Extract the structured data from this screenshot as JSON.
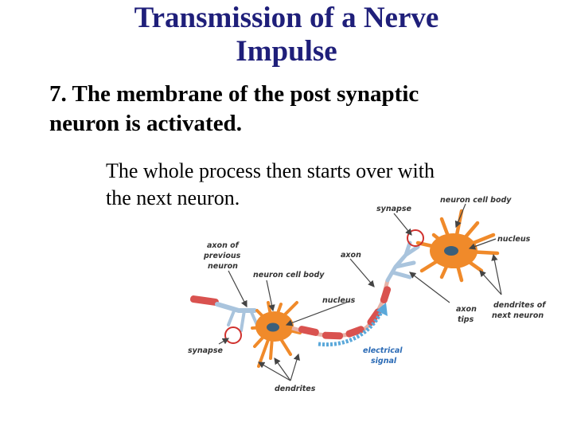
{
  "slide": {
    "title_line1": "Transmission of a Nerve",
    "title_line2": "Impulse",
    "point_line1": "7. The membrane of the post synaptic",
    "point_line2": "neuron is activated.",
    "sub_line1": "The whole process then starts over with",
    "sub_line2": "the next neuron."
  },
  "diagram": {
    "labels": {
      "synapse_top": "synapse",
      "neuron_cell_body_top": "neuron cell body",
      "nucleus_right": "nucleus",
      "axon_of_previous_1": "axon of",
      "axon_of_previous_2": "previous",
      "axon_of_previous_3": "neuron",
      "axon": "axon",
      "neuron_cell_body_mid": "neuron cell body",
      "nucleus_mid": "nucleus",
      "axon_tips_1": "axon",
      "axon_tips_2": "tips",
      "dendrites_next_1": "dendrites of",
      "dendrites_next_2": "next neuron",
      "synapse_left": "synapse",
      "electrical_signal_1": "electrical",
      "electrical_signal_2": "signal",
      "dendrites": "dendrites"
    },
    "colors": {
      "title": "#1f1f7a",
      "neuron_body": "#f08a2a",
      "nucleus": "#3b5f7a",
      "axon_myelin": "#d9524f",
      "axon_tips": "#a9c4dd",
      "signal_arrow": "#5aa8da",
      "synapse_ring": "#d0312d"
    }
  }
}
